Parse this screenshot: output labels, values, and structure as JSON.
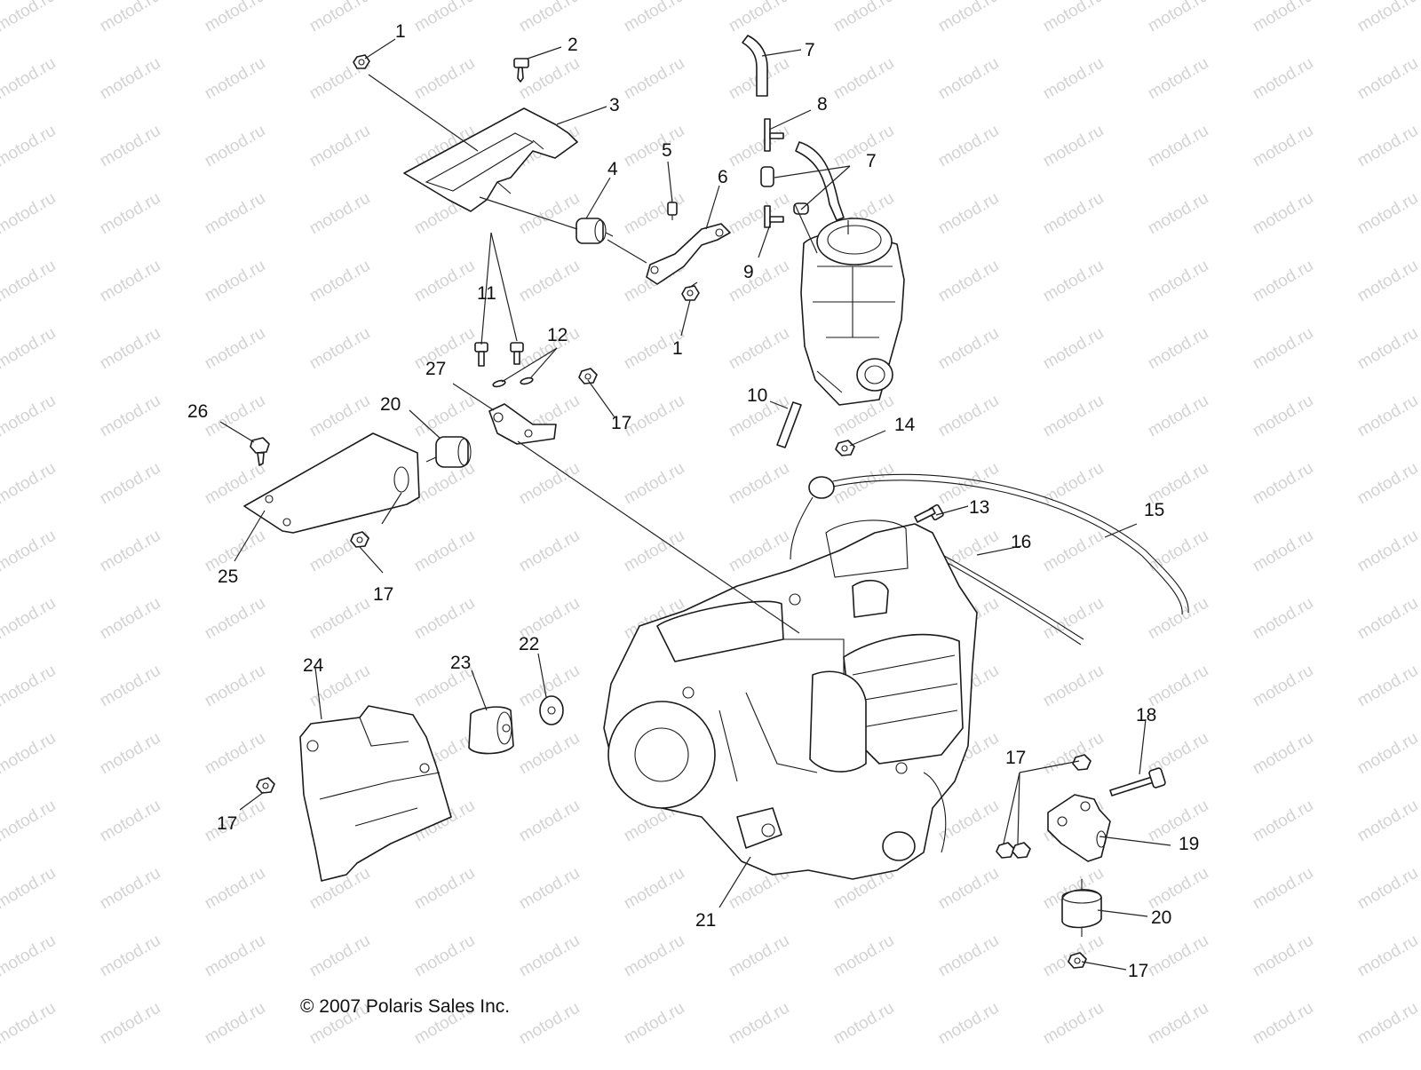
{
  "watermark": "motod.ru",
  "copyright": "© 2007 Polaris Sales Inc.",
  "callouts": {
    "c1a": "1",
    "c2": "2",
    "c3": "3",
    "c4": "4",
    "c5": "5",
    "c6": "6",
    "c7a": "7",
    "c8": "8",
    "c7b": "7",
    "c9": "9",
    "c1b": "1",
    "c11": "11",
    "c12": "12",
    "c27": "27",
    "c17a": "17",
    "c10": "10",
    "c14": "14",
    "c26": "26",
    "c20a": "20",
    "c13": "13",
    "c15": "15",
    "c16": "16",
    "c25": "25",
    "c17b": "17",
    "c24": "24",
    "c23": "23",
    "c22": "22",
    "c18": "18",
    "c17c": "17",
    "c17d": "17",
    "c19": "19",
    "c21": "21",
    "c20b": "20",
    "c17e": "17"
  }
}
